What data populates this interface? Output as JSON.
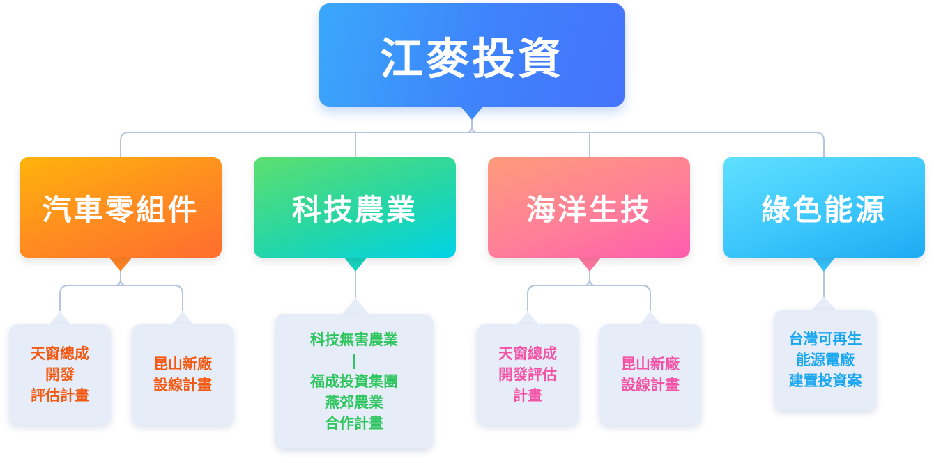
{
  "root": {
    "title": "江麥投資"
  },
  "categories": [
    {
      "label": "汽車零組件",
      "leaves": [
        {
          "lines": [
            "天窗總成",
            "開發",
            "評估計畫"
          ]
        },
        {
          "lines": [
            "昆山新廠",
            "設線計畫"
          ]
        }
      ]
    },
    {
      "label": "科技農業",
      "leaves": [
        {
          "lines": [
            "科技無害農業",
            "|",
            "福成投資集團",
            "燕郊農業",
            "合作計畫"
          ]
        }
      ]
    },
    {
      "label": "海洋生技",
      "leaves": [
        {
          "lines": [
            "天窗總成",
            "開發評估",
            "計畫"
          ]
        },
        {
          "lines": [
            "昆山新廠",
            "設線計畫"
          ]
        }
      ]
    },
    {
      "label": "綠色能源",
      "leaves": [
        {
          "lines": [
            "台灣可再生",
            "能源電廠",
            "建置投資案"
          ]
        }
      ]
    }
  ],
  "colors": {
    "connector": "#b4c6de",
    "leaf_bg": "#e7edf8",
    "root_gradient": [
      "#3aa8fb",
      "#4573fb"
    ],
    "auto_text": "#f25a14",
    "agri_text": "#2ec55e",
    "bio_text": "#f352a5",
    "green_text": "#1ba7ef"
  }
}
